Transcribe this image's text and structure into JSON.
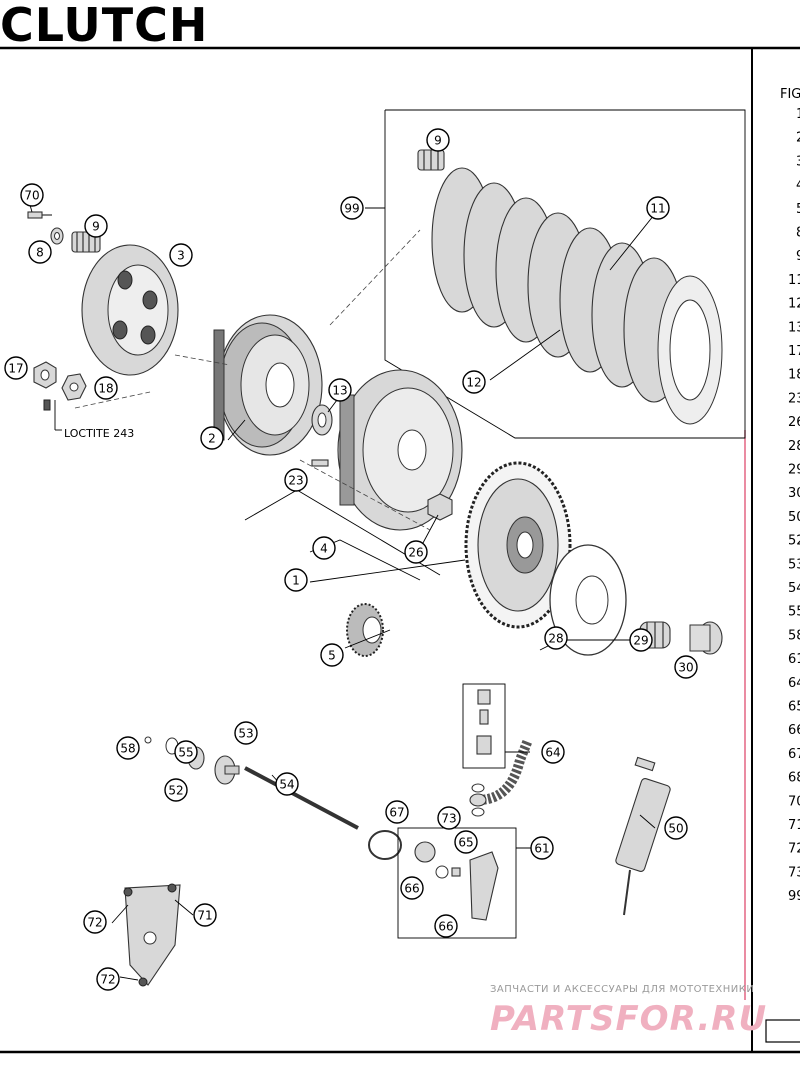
{
  "title": "CLUTCH",
  "note_loctite": "LOCTITE 243",
  "column_header": "FIG",
  "column_numbers": [
    "1",
    "2",
    "3",
    "4",
    "5",
    "8",
    "9",
    "11",
    "12",
    "13",
    "17",
    "18",
    "23",
    "26",
    "28",
    "29",
    "30",
    "50",
    "52",
    "53",
    "54",
    "55",
    "58",
    "61",
    "64",
    "65",
    "66",
    "67",
    "68",
    "70",
    "71",
    "72",
    "73",
    "99"
  ],
  "callouts": [
    "70",
    "8",
    "9",
    "3",
    "17",
    "18",
    "2",
    "13",
    "23",
    "4",
    "1",
    "26",
    "5",
    "28",
    "29",
    "30",
    "9",
    "99",
    "11",
    "12",
    "58",
    "55",
    "52",
    "53",
    "54",
    "64",
    "73",
    "67",
    "65",
    "61",
    "66",
    "66",
    "50",
    "72",
    "71",
    "72"
  ],
  "watermark": {
    "line1": "ЗАПЧАСТИ И АКСЕССУАРЫ ДЛЯ МОТОТЕХНИКИ",
    "line2": "PARTSFOR.RU"
  },
  "colors": {
    "ink": "#000000",
    "rule_red": "#e05a7a",
    "watermark_pink": "#f0b0c0"
  }
}
